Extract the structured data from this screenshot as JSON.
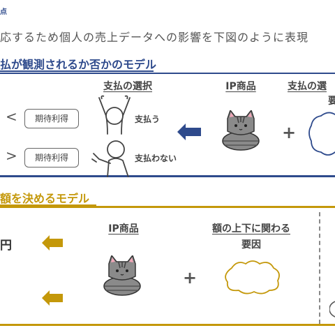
{
  "header": {
    "section_label": "点"
  },
  "intro_text": "応するため個人の売上データへの影響を下図のように表現",
  "model1": {
    "title": "払が観測されるか否かのモデル",
    "col_choice": "支払の選択",
    "col_ip": "IP商品",
    "col_factor": "支払の選",
    "col_factor_line2": "要",
    "row1": {
      "compare": "<",
      "box": "期待利得",
      "action": "支払う"
    },
    "row2": {
      "compare": ">",
      "box": "期待利得",
      "action": "支払わない"
    },
    "plus": "+",
    "arrow_color": "#2e4a8c"
  },
  "model2": {
    "title": "額を決めるモデル",
    "amount_text": "円",
    "col_ip": "IP商品",
    "col_factor": "額の上下に関わる",
    "col_factor_line2": "要因",
    "plus": "+",
    "arrow_color": "#c4980a"
  }
}
